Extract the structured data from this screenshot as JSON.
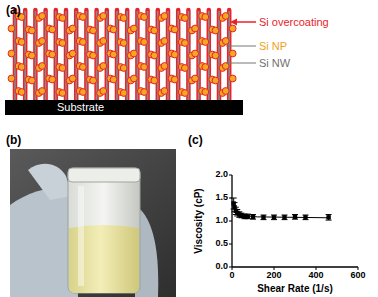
{
  "diagram": {
    "nodes": [
      {
        "text": [
          "Substrate"
        ]
      }
    ],
    "labels": [
      "(a)",
      "Si overcoating",
      "Si NP",
      "Si NW",
      "(b)",
      "(c)",
      "Viscosity (cP)",
      "Shear Rate (1/s)",
      "0.0",
      "0.5",
      "1.0",
      "1.5",
      "2.0",
      "0",
      "200",
      "400",
      "600"
    ]
  }
}
